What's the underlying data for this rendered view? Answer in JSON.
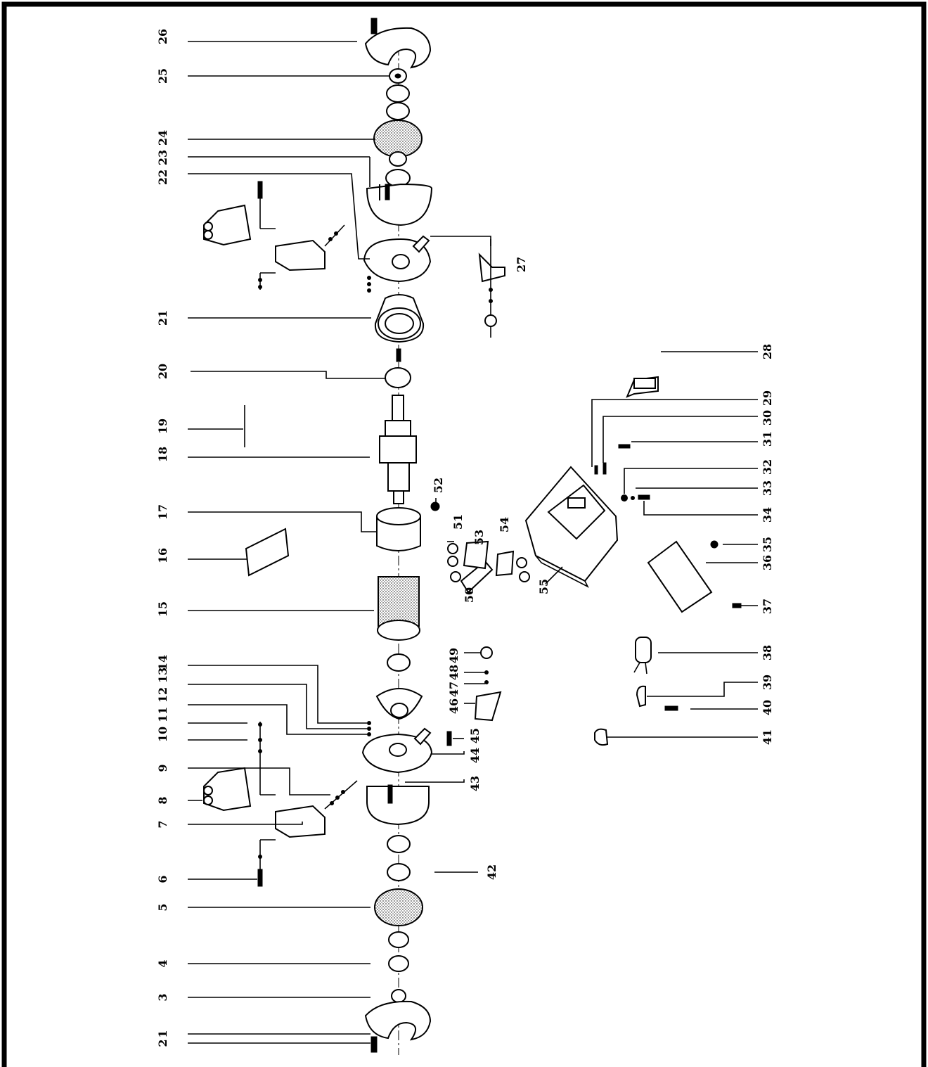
{
  "parts": [
    {
      "id": "1",
      "text": "1"
    },
    {
      "id": "2",
      "text": "2"
    },
    {
      "id": "3",
      "text": "3"
    },
    {
      "id": "4",
      "text": "4"
    },
    {
      "id": "5",
      "text": "5"
    },
    {
      "id": "6",
      "text": "6"
    },
    {
      "id": "7",
      "text": "7"
    },
    {
      "id": "8",
      "text": "8"
    },
    {
      "id": "9",
      "text": "9"
    },
    {
      "id": "10",
      "text": "10"
    },
    {
      "id": "11",
      "text": "11"
    },
    {
      "id": "12",
      "text": "12"
    },
    {
      "id": "13",
      "text": "13"
    },
    {
      "id": "14",
      "text": "14"
    },
    {
      "id": "15",
      "text": "15"
    },
    {
      "id": "16",
      "text": "16"
    },
    {
      "id": "17",
      "text": "17"
    },
    {
      "id": "18",
      "text": "18"
    },
    {
      "id": "19",
      "text": "19"
    },
    {
      "id": "20",
      "text": "20"
    },
    {
      "id": "21",
      "text": "21"
    },
    {
      "id": "22",
      "text": "22"
    },
    {
      "id": "23",
      "text": "23"
    },
    {
      "id": "24",
      "text": "24"
    },
    {
      "id": "25",
      "text": "25"
    },
    {
      "id": "26",
      "text": "26"
    },
    {
      "id": "27",
      "text": "27"
    },
    {
      "id": "28",
      "text": "28"
    },
    {
      "id": "29",
      "text": "29"
    },
    {
      "id": "30",
      "text": "30"
    },
    {
      "id": "31",
      "text": "31"
    },
    {
      "id": "32",
      "text": "32"
    },
    {
      "id": "33",
      "text": "33"
    },
    {
      "id": "34",
      "text": "34"
    },
    {
      "id": "35",
      "text": "35"
    },
    {
      "id": "36",
      "text": "36"
    },
    {
      "id": "37",
      "text": "37"
    },
    {
      "id": "38",
      "text": "38"
    },
    {
      "id": "39",
      "text": "39"
    },
    {
      "id": "40",
      "text": "40"
    },
    {
      "id": "41",
      "text": "41"
    },
    {
      "id": "42",
      "text": "42"
    },
    {
      "id": "43",
      "text": "43"
    },
    {
      "id": "44",
      "text": "44"
    },
    {
      "id": "45",
      "text": "45"
    },
    {
      "id": "46",
      "text": "46"
    },
    {
      "id": "47",
      "text": "47"
    },
    {
      "id": "48",
      "text": "48"
    },
    {
      "id": "49",
      "text": "49"
    },
    {
      "id": "50",
      "text": "50"
    },
    {
      "id": "51",
      "text": "51"
    },
    {
      "id": "52",
      "text": "52"
    },
    {
      "id": "53",
      "text": "53"
    },
    {
      "id": "54",
      "text": "54"
    },
    {
      "id": "55",
      "text": "55"
    }
  ]
}
